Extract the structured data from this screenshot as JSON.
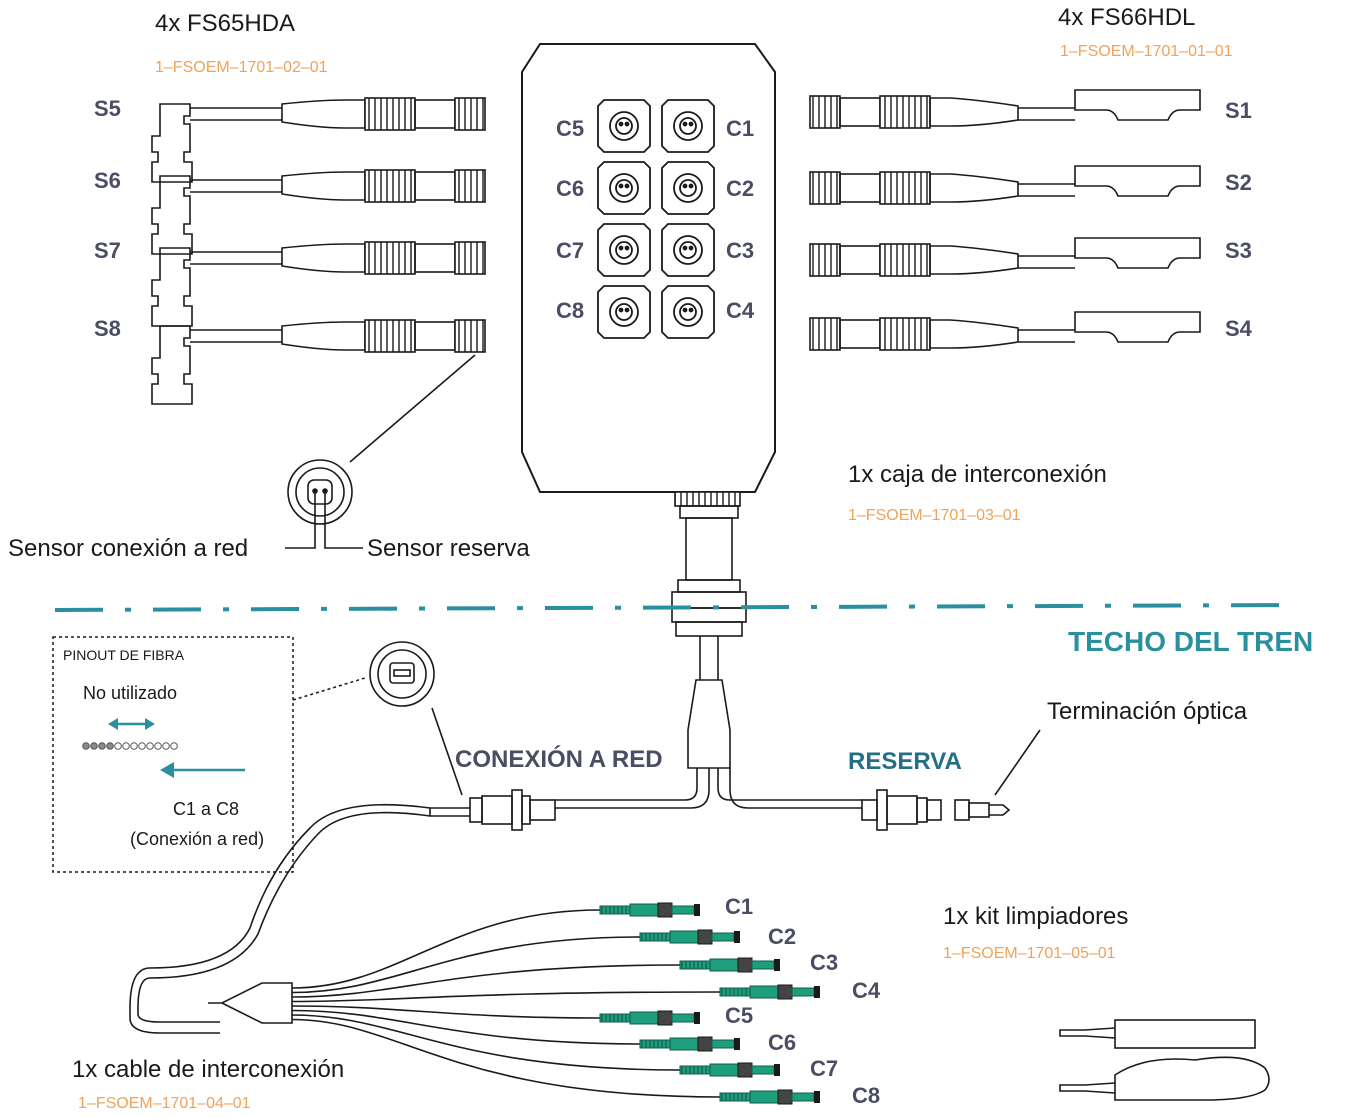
{
  "colors": {
    "teal": "#2a8f9e",
    "orange": "#f0a25a",
    "label": "#4a4d63",
    "fiber_green": "#1f9e7e"
  },
  "sensors_left": {
    "title": "4x FS65HDA",
    "part": "1–FSOEM–1701–02–01",
    "labels": [
      "S5",
      "S6",
      "S7",
      "S8"
    ]
  },
  "sensors_right": {
    "title": "4x FS66HDL",
    "part": "1–FSOEM–1701–01–01",
    "labels": [
      "S1",
      "S2",
      "S3",
      "S4"
    ]
  },
  "box": {
    "title": "1x caja de interconexión",
    "part": "1–FSOEM–1701–03–01",
    "left_labels": [
      "C5",
      "C6",
      "C7",
      "C8"
    ],
    "right_labels": [
      "C1",
      "C2",
      "C3",
      "C4"
    ]
  },
  "sensor_connector": {
    "left_label": "Sensor conexión a red",
    "right_label": "Sensor reserva"
  },
  "roof_label": "TECHO DEL TREN",
  "pinout": {
    "title": "PINOUT DE FIBRA",
    "unused": "No utilizado",
    "channels": "C1 a C8",
    "channels_note": "(Conexión a red)",
    "used_fibers": 4,
    "unused_fibers": 8
  },
  "cable_labels": {
    "network": "CONEXIÓN A RED",
    "spare": "RESERVA",
    "termination": "Terminación óptica"
  },
  "cable": {
    "title": "1x cable de interconexión",
    "part": "1–FSOEM–1701–04–01"
  },
  "fan_labels": [
    "C1",
    "C2",
    "C3",
    "C4",
    "C5",
    "C6",
    "C7",
    "C8"
  ],
  "cleaning_kit": {
    "title": "1x kit limpiadores",
    "part": "1–FSOEM–1701–05–01"
  }
}
